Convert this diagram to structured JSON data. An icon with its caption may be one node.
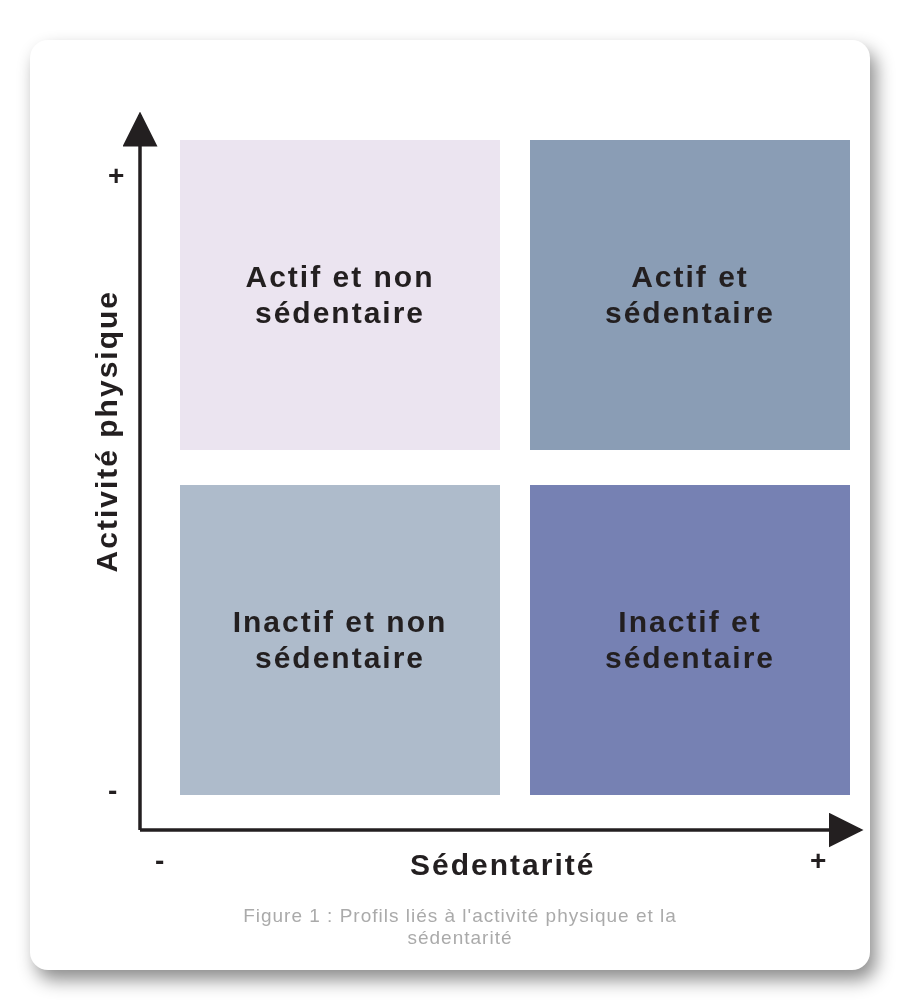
{
  "diagram": {
    "caption": "Figure 1 : Profils liés à l'activité physique et la sédentarité",
    "nodes": [
      {
        "text": [
          "Actif et non sédentaire"
        ]
      },
      {
        "text": [
          "Actif et sédentaire"
        ]
      },
      {
        "text": [
          "Inactif et non sédentaire"
        ]
      },
      {
        "text": [
          "Inactif et sédentaire"
        ]
      }
    ],
    "edges": [],
    "labels": [
      "+",
      "Activité physique",
      "-",
      "+",
      "Sédentarité",
      "-"
    ]
  }
}
